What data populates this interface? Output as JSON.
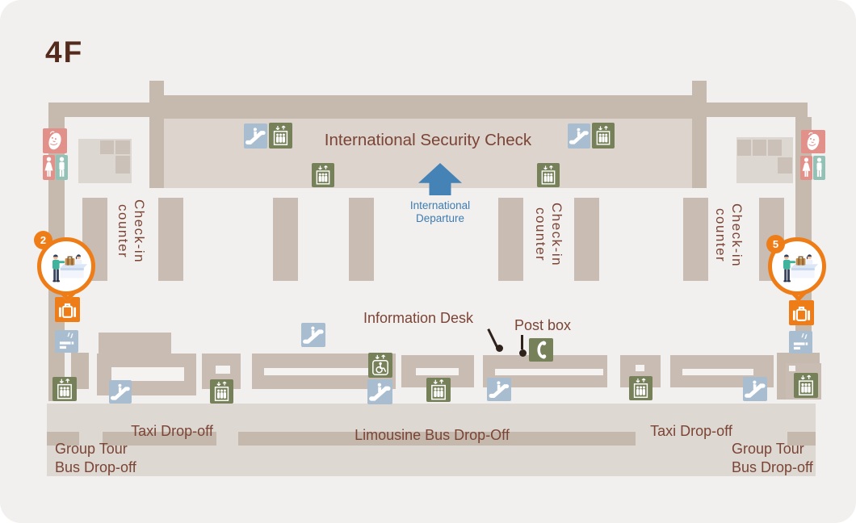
{
  "floor": {
    "label": "4F"
  },
  "hall": {
    "security_check_label": "International Security Check"
  },
  "departure_arrow": {
    "line1": "International",
    "line2": "Departure"
  },
  "checkin_counter": {
    "line1": "Check-in",
    "line2": "counter"
  },
  "annotations": {
    "info_desk": "Information Desk",
    "post_box": "Post box"
  },
  "dropoffs": {
    "taxi_left": "Taxi Drop-off",
    "taxi_right": "Taxi Drop-off",
    "limousine": "Limousine Bus Drop-Off",
    "group_left": {
      "line1": "Group Tour",
      "line2": "Bus Drop-off"
    },
    "group_right": {
      "line1": "Group Tour",
      "line2": "Bus Drop-off"
    }
  },
  "markers": {
    "left": {
      "number": "2"
    },
    "right": {
      "number": "5"
    }
  },
  "icons": {
    "escalator": "escalator-icon",
    "elevator": "elevator-icon",
    "accessible_elevator": "accessible-elevator-icon",
    "telephone": "telephone-icon",
    "smoking_area": "smoking-area-icon",
    "nursery": "nursery-icon",
    "womens_restroom": "womens-restroom-icon",
    "mens_restroom": "mens-restroom-icon",
    "baggage_counter": "baggage-counter-icon",
    "checkin_desk": "checkin-desk-illustration"
  },
  "colors": {
    "background": "#f1f0ef",
    "wall": "#c6b9ae",
    "hall_floor": "#dcd4cd",
    "island": "#c9bcb2",
    "road": "#ded8d2",
    "road_strip": "#c5b8ad",
    "accent_orange": "#ee7d17",
    "label_brown": "#7b4435",
    "title_brown": "#542a1c",
    "arrow_blue": "#4583b7",
    "escalator_blue": "#a9bdd1",
    "elevator_green": "#76815a",
    "nursery_pink": "#e2908a",
    "mens_teal": "#93c1b5"
  }
}
